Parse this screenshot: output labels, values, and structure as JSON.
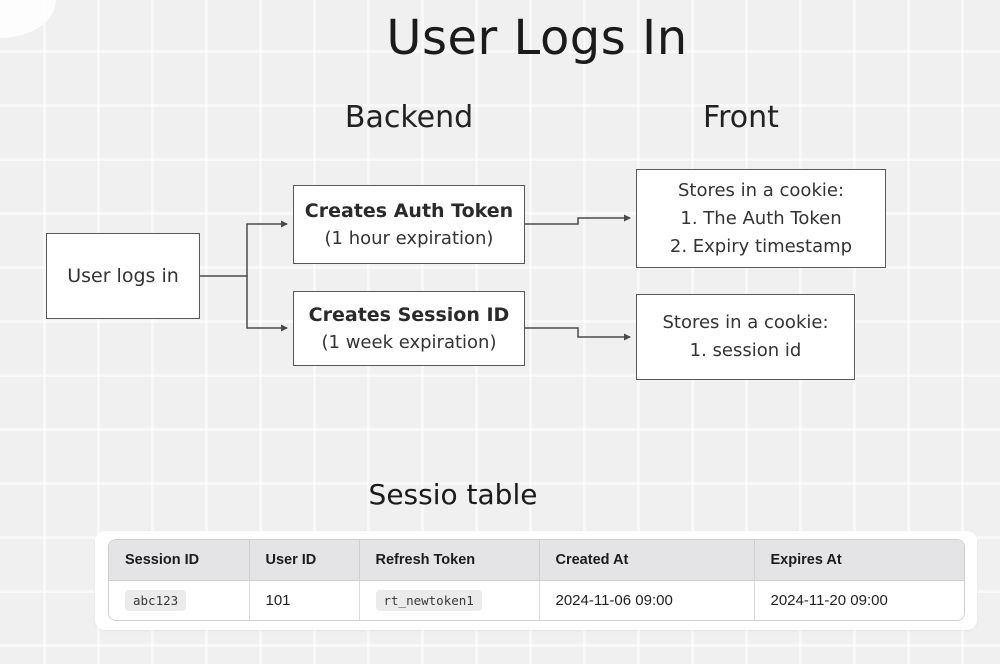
{
  "colors": {
    "canvas_bg": "#f0f0f1",
    "grid_line": "#f8f8f9",
    "node_bg": "#ffffff",
    "node_border": "#585858",
    "connector": "#4a4a4a",
    "table_header_bg": "#e4e4e6",
    "table_border": "#cfcfd2",
    "code_pill_bg": "#ebebeb",
    "panel_bg": "#ffffff"
  },
  "diagram": {
    "title": "User Logs In",
    "lanes": [
      {
        "label": "Backend"
      },
      {
        "label": "Front"
      }
    ],
    "nodes": [
      {
        "id": "user-logs-in",
        "lines": [
          {
            "text": "User logs in",
            "bold": false
          }
        ]
      },
      {
        "id": "creates-auth-token",
        "lines": [
          {
            "text": "Creates Auth Token",
            "bold": true
          },
          {
            "text": "(1 hour expiration)",
            "bold": false
          }
        ]
      },
      {
        "id": "creates-session-id",
        "lines": [
          {
            "text": "Creates Session ID",
            "bold": true
          },
          {
            "text": "(1 week expiration)",
            "bold": false
          }
        ]
      },
      {
        "id": "stores-cookie-auth",
        "lines": [
          {
            "text": "Stores in a cookie:",
            "bold": false
          },
          {
            "text": "1. The Auth Token",
            "bold": false
          },
          {
            "text": "2. Expiry timestamp",
            "bold": false
          }
        ]
      },
      {
        "id": "stores-cookie-session",
        "lines": [
          {
            "text": "Stores in a cookie:",
            "bold": false
          },
          {
            "text": "1. session id",
            "bold": false
          }
        ]
      }
    ]
  },
  "session_table": {
    "heading": "Sessio table",
    "columns": [
      "Session ID",
      "User ID",
      "Refresh Token",
      "Created At",
      "Expires At"
    ],
    "rows": [
      [
        "abc123",
        "101",
        "rt_newtoken1",
        "2024-11-06 09:00",
        "2024-11-20 09:00"
      ]
    ]
  }
}
